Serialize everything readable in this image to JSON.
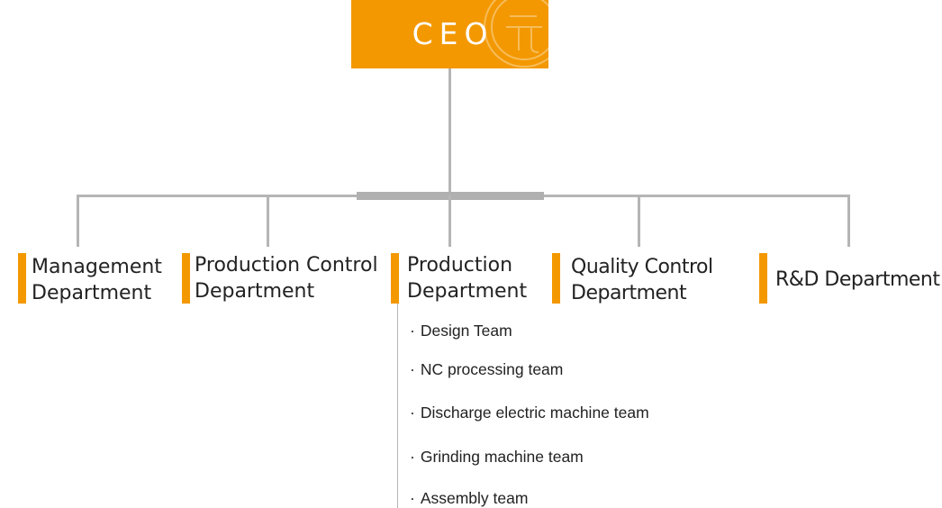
{
  "ceo": {
    "label": "CEO"
  },
  "colors": {
    "accent": "#f39800",
    "connector": "#b5b5b5",
    "text": "#222222"
  },
  "departments": [
    {
      "line1": "Management",
      "line2": "Department"
    },
    {
      "line1": "Production Control",
      "line2": "Department"
    },
    {
      "line1": "Production",
      "line2": "Department"
    },
    {
      "line1": "Quality Control",
      "line2": "Department"
    },
    {
      "line1": "R&D Department",
      "line2": ""
    }
  ],
  "production_teams": [
    "Design Team",
    "NC processing team",
    "Discharge electric machine team",
    "Grinding machine team",
    "Assembly team"
  ],
  "bullet": "·"
}
